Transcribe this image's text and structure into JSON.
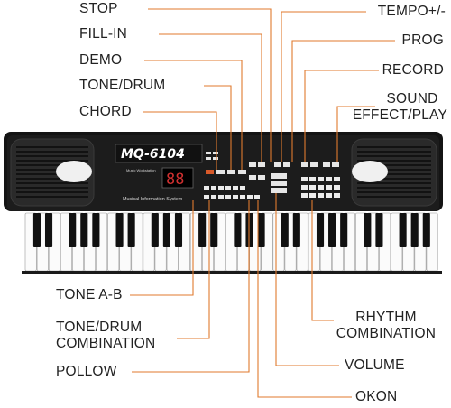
{
  "labels": {
    "stop": "STOP",
    "fill_in": "FILL-IN",
    "demo": "DEMO",
    "tone_drum": "TONE/DRUM",
    "chord": "CHORD",
    "tempo": "TEMPO+/-",
    "prog": "PROG",
    "record": "RECORD",
    "sound_effect_line1": "SOUND",
    "sound_effect_line2": "EFFECT/PLAY",
    "tone_ab": "TONE A-B",
    "tone_drum_combination_line1": "TONE/DRUM",
    "tone_drum_combination_line2": "COMBINATION",
    "pollow": "POLLOW",
    "rhythm_combination_line1": "RHYTHM",
    "rhythm_combination_line2": "COMBINATION",
    "volume": "VOLUME",
    "okon": "OKON"
  },
  "keyboard": {
    "model": "MQ-6104",
    "display": "88",
    "subtitle": "Musical Information System",
    "panel_caption": "Music Workstation"
  },
  "colors": {
    "orange_leader": "#e07a2e",
    "body": "#151515",
    "panel": "#1f1f1f"
  }
}
